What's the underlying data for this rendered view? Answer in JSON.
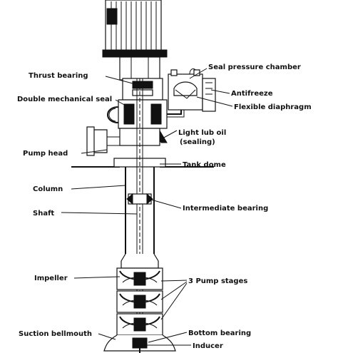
{
  "labels": {
    "thrust_bearing": "Thrust bearing",
    "double_mechanical_seal": "Double mechanical seal",
    "seal_pressure_chamber": "Seal pressure chamber",
    "antifreeze": "Antifreeze",
    "flexible_diaphragm": "Flexible diaphragm",
    "light_lub_oil": "Light lub oil",
    "sealing": "(sealing)",
    "pump_head": "Pump head",
    "tank_dome": "Tank dome",
    "column": "Column",
    "shaft": "Shaft",
    "intermediate_bearing": "Intermediate bearing",
    "impeller": "Impeller",
    "pump_stages": "3 Pump stages",
    "suction_bellmouth": "Suction bellmouth",
    "bottom_bearing": "Bottom bearing",
    "inducer": "Inducer"
  }
}
